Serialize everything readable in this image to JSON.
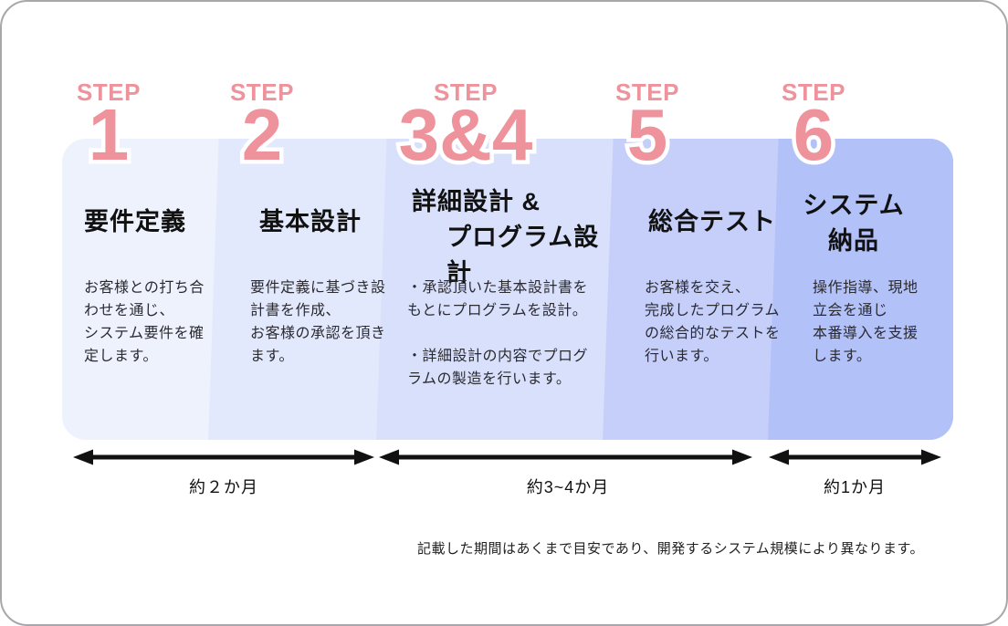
{
  "colors": {
    "accent_pink": "#ee929b",
    "band_s1": "#eef2fd",
    "band_s2": "#e3e9fc",
    "band_s3": "#d9e0fb",
    "band_s5": "#c5cffa",
    "band_s6": "#b3c1f9",
    "title_color": "#111111",
    "body_color": "#2a2a30"
  },
  "steps": [
    {
      "label": "STEP",
      "number": "1",
      "title": "要件定義",
      "body": "お客様との打ち合\nわせを通じ、\nシステム要件を確\n定します。"
    },
    {
      "label": "STEP",
      "number": "2",
      "title": "基本設計",
      "body": "要件定義に基づき設\n計書を作成、\nお客様の承認を頂き\nます。"
    },
    {
      "label": "STEP",
      "number": "3&4",
      "title": "詳細設計 &\nプログラム設計",
      "body": "・承認頂いた基本設計書を\nもとにプログラムを設計。\n\n・詳細設計の内容でプログ\nラムの製造を行います。"
    },
    {
      "label": "STEP",
      "number": "5",
      "title": "総合テスト",
      "body": "お客様を交え、\n完成したプログラム\nの総合的なテストを\n行います。"
    },
    {
      "label": "STEP",
      "number": "6",
      "title": "システム\n納品",
      "body": "操作指導、現地\n立会を通じ\n本番導入を支援\nします。"
    }
  ],
  "durations": [
    {
      "label": "約２か月"
    },
    {
      "label": "約3~4か月"
    },
    {
      "label": "約1か月"
    }
  ],
  "footnote": "記載した期間はあくまで目安であり、開発するシステム規模により異なります。"
}
